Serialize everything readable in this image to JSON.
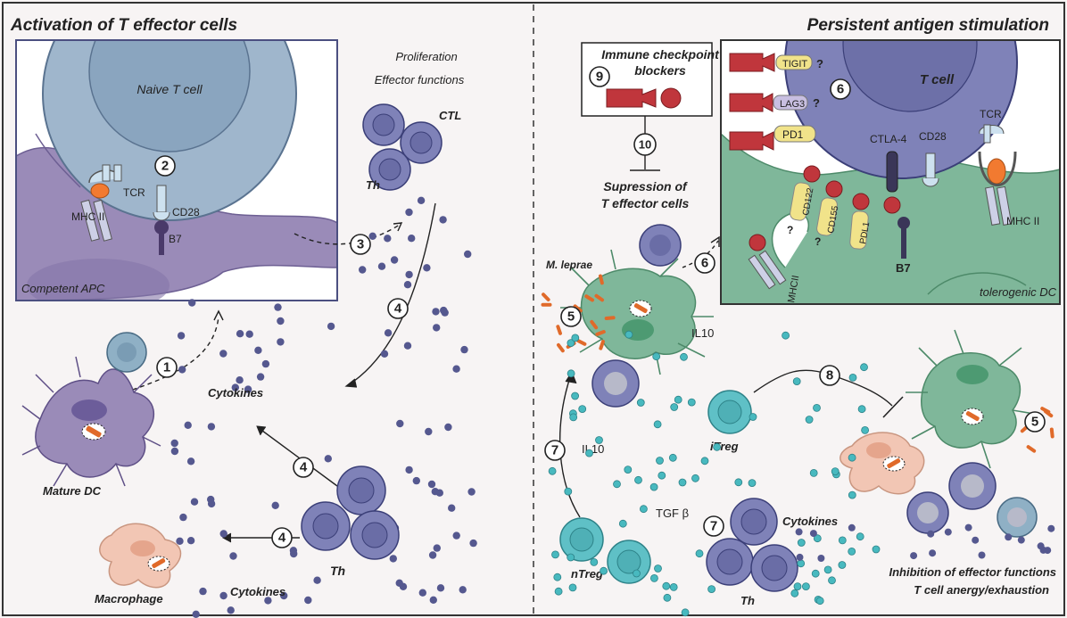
{
  "left_panel": {
    "title": "Activation of T effector cells",
    "inset": {
      "naive_t_cell": "Naive T cell",
      "tcr": "TCR",
      "mhc": "MHC II",
      "cd28": "CD28",
      "b7": "B7",
      "apc": "Competent APC"
    },
    "proliferation": "Proliferation",
    "effector_functions": "Effector functions",
    "ctl": "CTL",
    "th_top": "Th",
    "cytokines_mid": "Cytokines",
    "mature_dc": "Mature DC",
    "th_bottom": "Th",
    "macrophage": "Macrophage",
    "cytokines_bottom": "Cytokines"
  },
  "right_panel": {
    "title": "Persistent antigen stimulation",
    "checkpoint": "Immune checkpoint blockers",
    "checkpoint_line1": "Immune checkpoint",
    "checkpoint_line2": "blockers",
    "suppression_line1": "Supression of",
    "suppression_line2": "T effector cells",
    "m_leprae": "M. leprae",
    "il10_dc": "IL10",
    "il10_low": "IL10",
    "itreg": "iTreg",
    "tgf": "TGF β",
    "ntreg": "nTreg",
    "cytokines": "Cytokines",
    "th": "Th",
    "inhibition_line1": "Inhibition of  effector functions",
    "inhibition_line2": "T cell anergy/exhaustion",
    "inset": {
      "t_cell": "T cell",
      "tigit": "TIGIT",
      "lag3": "LAG3",
      "pd1": "PD1",
      "q": "?",
      "ctla4": "CTLA-4",
      "cd28": "CD28",
      "tcr": "TCR",
      "cd122": "CD122",
      "cd155": "CD155",
      "pdl1": "PDL1",
      "mhcii": "MHCII",
      "b7": "B7",
      "mhc_ii": "MHC II",
      "tolerogenic_dc": "tolerogenic DC"
    }
  },
  "steps": [
    "1",
    "2",
    "3",
    "4",
    "5",
    "6",
    "7",
    "8",
    "9",
    "10"
  ],
  "colors": {
    "t_cell_blue": "#7f82b8",
    "naive_blue": "#9fb6cc",
    "apc_purple": "#9a8bb8",
    "dc_green": "#7fb79a",
    "treg_teal": "#5fc0c6",
    "macrophage": "#f2c6b4",
    "receptor_yellow": "#f1e38a",
    "receptor_red": "#c0363c"
  }
}
